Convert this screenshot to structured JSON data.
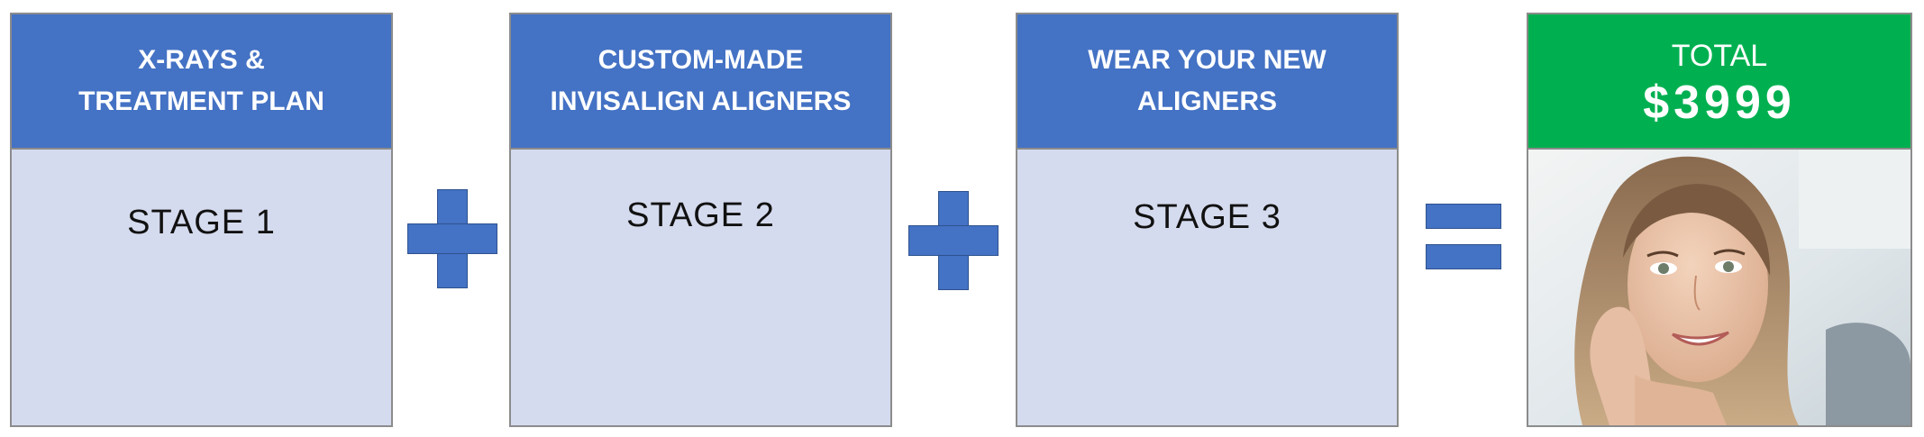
{
  "stages": [
    {
      "title": "X-RAYS &\nTREATMENT PLAN",
      "label": "STAGE 1"
    },
    {
      "title": "CUSTOM-MADE\nINVISALIGN ALIGNERS",
      "label": "STAGE 2"
    },
    {
      "title": "WEAR YOUR NEW\nALIGNERS",
      "label": "STAGE 3"
    }
  ],
  "total": {
    "label": "TOTAL",
    "price": "$3999"
  },
  "colors": {
    "header_blue": "#4472c4",
    "body_blue": "#d5dbee",
    "total_green": "#00b050"
  },
  "icons": {
    "plus": "plus-icon",
    "equals": "equals-icon"
  }
}
